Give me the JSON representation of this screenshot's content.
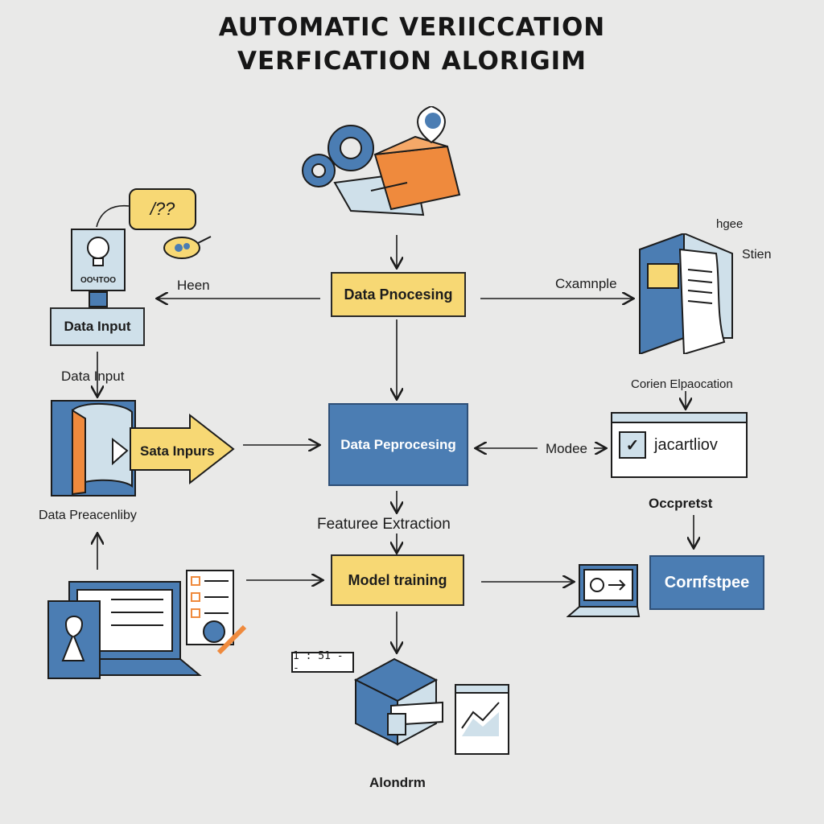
{
  "title": {
    "line1": "AUTOMATIC VERIICCATION",
    "line2": "VERFICATION ALORIGIM"
  },
  "nodes": {
    "data_processing_top": "Data Pnocesing",
    "data_preprocessing": "Data Peprocesing",
    "model_training": "Model training",
    "data_input_box": "Data Input",
    "data_inputs_arrow": "Sata Inpurs",
    "conclusion_box": "Corпfstpee",
    "app_window_text": "jacartliov",
    "bulb_panel_text": "OOЧTOO"
  },
  "labels": {
    "heen": "Heen",
    "example": "Cxamnple",
    "data_input_left": "Data Input",
    "data_preacenliby": "Data Preacenliby",
    "feature_extraction": "Featuree Extraction",
    "modee": "Modee",
    "coden_elevation": "Corien Elpaocation",
    "occpretst": "Occpretst",
    "hgee": "hgee",
    "stien": "Stien",
    "alondrm": "Alondrm",
    "timer": "1 : 51 - -",
    "speech_bubble": "/??"
  },
  "colors": {
    "accent_yellow": "#f7d874",
    "accent_blue": "#4b7db3",
    "accent_orange": "#ef8a3d",
    "background": "#e9e9e8"
  }
}
